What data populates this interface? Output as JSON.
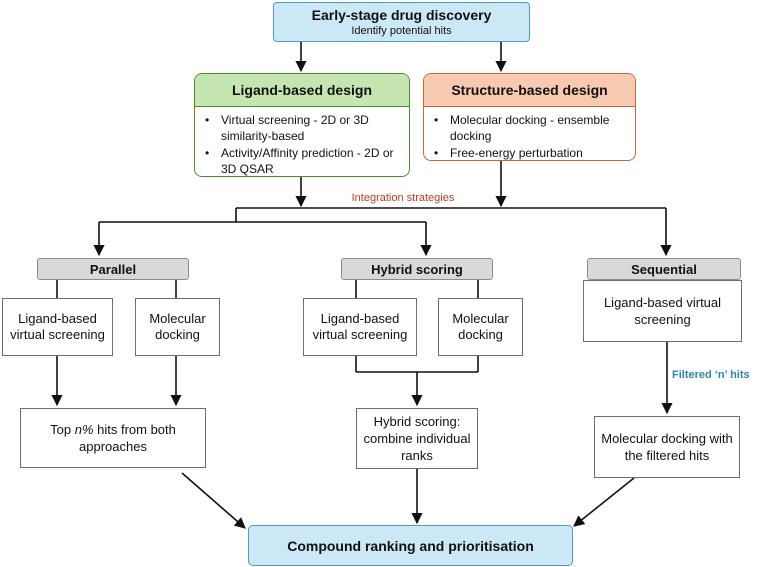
{
  "top": {
    "title": "Early-stage drug discovery",
    "subtitle": "Identify potential hits"
  },
  "ligand": {
    "title": "Ligand-based design",
    "items": [
      "Virtual screening - 2D or 3D similarity-based",
      "Activity/Affinity prediction - 2D or 3D QSAR"
    ]
  },
  "structure": {
    "title": "Structure-based design",
    "items": [
      "Molecular docking - ensemble docking",
      "Free-energy perturbation"
    ]
  },
  "integration_label": "Integration strategies",
  "parallel": {
    "title": "Parallel",
    "left": "Ligand-based virtual screening",
    "right": "Molecular docking",
    "result_pre": "Top ",
    "result_em": "n%",
    "result_post": " hits from both approaches"
  },
  "hybrid": {
    "title": "Hybrid scoring",
    "left": "Ligand-based virtual screening",
    "right": "Molecular docking",
    "result": "Hybrid scoring: combine individual ranks"
  },
  "sequential": {
    "title": "Sequential",
    "first": "Ligand-based virtual screening",
    "filter_label": "Filtered ‘n’ hits",
    "second": "Molecular docking with the filtered hits"
  },
  "final": "Compound ranking and prioritisation",
  "colors": {
    "integration_text": "#c0392b",
    "filter_text": "#2e86ab",
    "line": "#111111"
  }
}
